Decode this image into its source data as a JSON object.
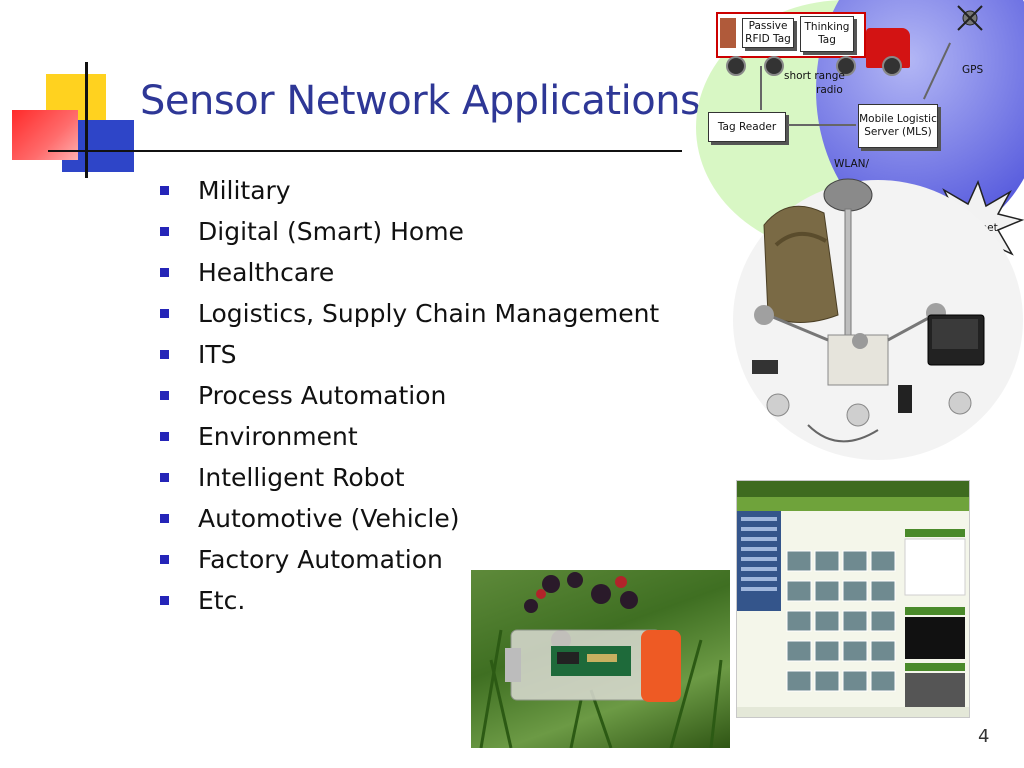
{
  "slide": {
    "title": "Sensor Network Applications",
    "page_number": "4",
    "bullets": [
      "Military",
      "Digital (Smart) Home",
      "Healthcare",
      "Logistics, Supply Chain Management",
      "ITS",
      "Process Automation",
      "Environment",
      "Intelligent Robot",
      "Automotive (Vehicle)",
      "Factory Automation",
      "Etc."
    ]
  },
  "diagram": {
    "passive_tag": "Passive RFID Tag",
    "thinking_tag": "Thinking Tag",
    "short_range": "short range",
    "radio": "radio",
    "tag_reader": "Tag Reader",
    "mls": "Mobile Logistic Server (MLS)",
    "gps": "GPS",
    "wlan": "WLAN/",
    "internet": "Internet"
  },
  "colors": {
    "title": "#2e3796",
    "bullet": "#2525b8",
    "accent_yellow": "#ffd21f",
    "accent_blue": "#2e45c8",
    "accent_red": "#ff2a2a"
  }
}
